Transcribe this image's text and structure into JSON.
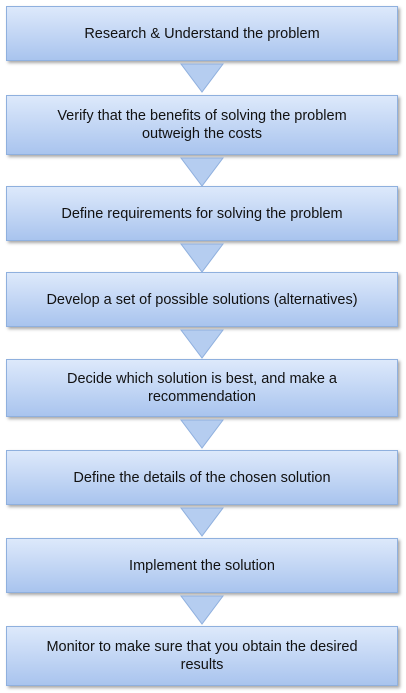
{
  "steps": [
    {
      "label": "Research & Understand the problem"
    },
    {
      "label": "Verify that the benefits of solving the problem outweigh the costs"
    },
    {
      "label": "Define requirements for solving the problem"
    },
    {
      "label": "Develop a set of possible solutions (alternatives)"
    },
    {
      "label": "Decide which solution is best, and make a recommendation"
    },
    {
      "label": "Define the details of the chosen solution"
    },
    {
      "label": "Implement the solution"
    },
    {
      "label": "Monitor to make sure that you obtain the  desired results"
    }
  ],
  "colors": {
    "box_top": "#dde9fb",
    "box_bottom": "#a9c4ee",
    "box_border": "#8fb0de",
    "arrow_fill": "#b5cdf0",
    "arrow_stroke": "#8fb0de"
  }
}
